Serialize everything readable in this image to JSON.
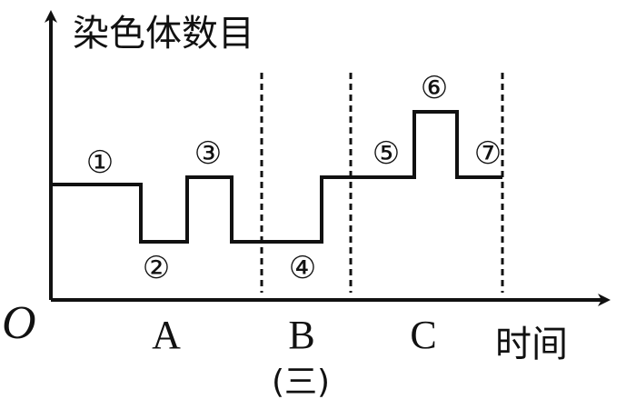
{
  "labels": {
    "y_axis": "染色体数目",
    "x_axis": "时间",
    "origin": "O",
    "figure_caption": "(三)"
  },
  "segments": [
    {
      "id": "①",
      "level": "2N"
    },
    {
      "id": "②",
      "level": "N"
    },
    {
      "id": "③",
      "level": "2N"
    },
    {
      "id": "④",
      "level": "N"
    },
    {
      "id": "⑤",
      "level": "2N"
    },
    {
      "id": "⑥",
      "level": "4N"
    },
    {
      "id": "⑦",
      "level": "2N"
    }
  ],
  "stages": [
    {
      "label": "A"
    },
    {
      "label": "B"
    },
    {
      "label": "C"
    }
  ],
  "colors": {
    "ink": "#111111"
  }
}
